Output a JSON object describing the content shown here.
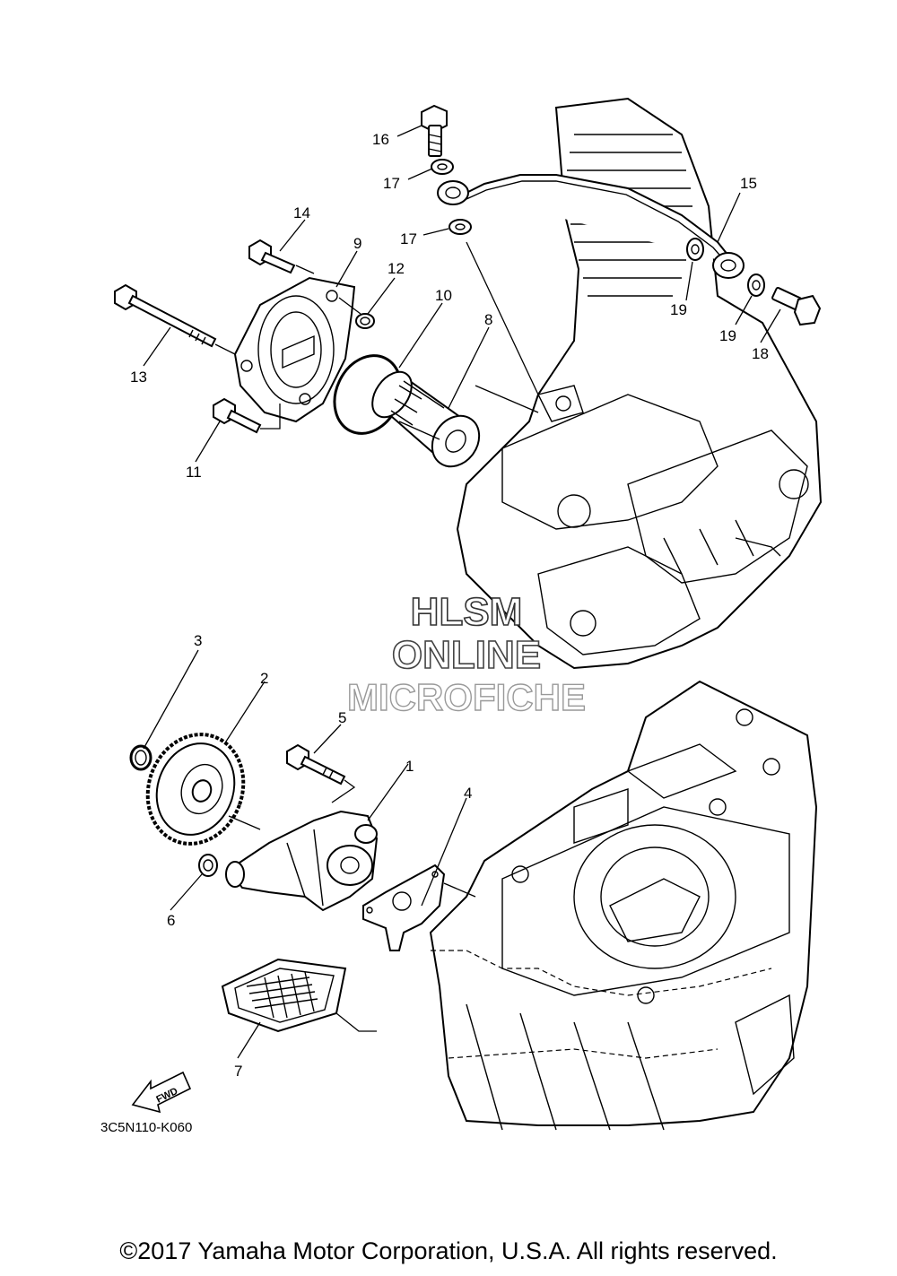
{
  "diagram": {
    "part_labels": [
      {
        "id": "1",
        "text": "1"
      },
      {
        "id": "2",
        "text": "2"
      },
      {
        "id": "3",
        "text": "3"
      },
      {
        "id": "4",
        "text": "4"
      },
      {
        "id": "5",
        "text": "5"
      },
      {
        "id": "6",
        "text": "6"
      },
      {
        "id": "7",
        "text": "7"
      },
      {
        "id": "8",
        "text": "8"
      },
      {
        "id": "9",
        "text": "9"
      },
      {
        "id": "10",
        "text": "10"
      },
      {
        "id": "11",
        "text": "11"
      },
      {
        "id": "12",
        "text": "12"
      },
      {
        "id": "13",
        "text": "13"
      },
      {
        "id": "14",
        "text": "14"
      },
      {
        "id": "15",
        "text": "15"
      },
      {
        "id": "16",
        "text": "16"
      },
      {
        "id": "17a",
        "text": "17"
      },
      {
        "id": "17b",
        "text": "17"
      },
      {
        "id": "18",
        "text": "18"
      },
      {
        "id": "19a",
        "text": "19"
      },
      {
        "id": "19b",
        "text": "19"
      }
    ],
    "fwd_label": "FWD",
    "diagram_code": "3C5N110-K060"
  },
  "watermark": {
    "line1": "HLSM",
    "line2": "ONLINE",
    "line3": "MICROFICHE"
  },
  "copyright": "©2017 Yamaha Motor Corporation, U.S.A. All rights reserved."
}
